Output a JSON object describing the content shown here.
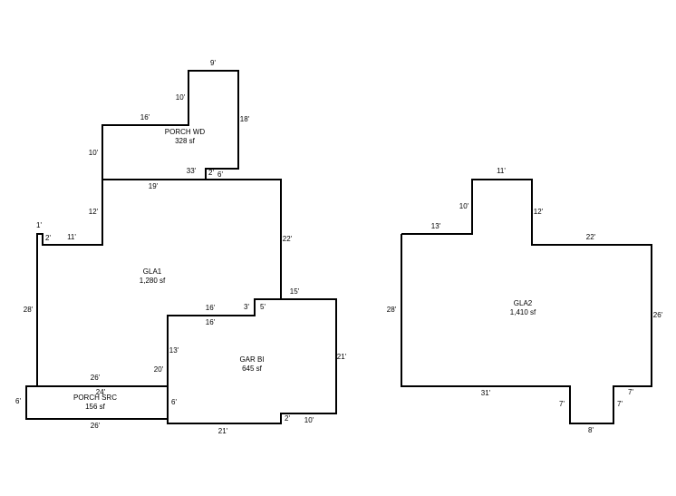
{
  "colors": {
    "line": "#000000",
    "background": "#ffffff"
  },
  "areas": {
    "porch_wd": {
      "name": "PORCH WD",
      "size": "328 sf"
    },
    "gla1": {
      "name": "GLA1",
      "size": "1,280 sf"
    },
    "gar": {
      "name": "GAR BI",
      "size": "645 sf"
    },
    "porch_src": {
      "name": "PORCH SRC",
      "size": "156 sf"
    },
    "gla2": {
      "name": "GLA2",
      "size": "1,410 sf"
    }
  },
  "dims": {
    "porch_top": "9'",
    "porch_inner_left": "10'",
    "porch_right": "18'",
    "porch_mid_top": "16'",
    "porch_left": "10'",
    "porch_bottom": "33'",
    "porch_step_a": "2'",
    "porch_step_b": "6'",
    "gla1_top": "19'",
    "gla1_left_upper": "12'",
    "gla1_notch_top": "1'",
    "gla1_notch_side": "2'",
    "gla1_ledge": "11'",
    "gla1_right": "22'",
    "gla1_left": "28'",
    "gar_top": "15'",
    "gar_step_a": "3'",
    "gar_step_b": "5'",
    "gla1_gar_top": "16'",
    "gar_top_inner": "16'",
    "gar_left_upper": "13'",
    "gla1_gar_left": "20'",
    "gar_right": "21'",
    "src_top": "26'",
    "src_inner": "24'",
    "src_left": "6'",
    "src_right": "6'",
    "src_bottom": "26'",
    "gar_notch": "2'",
    "gar_bottom_right": "10'",
    "gar_bottom": "21'",
    "gla2_top": "11'",
    "gla2_top_left": "10'",
    "gla2_top_right": "12'",
    "gla2_left_top": "13'",
    "gla2_right_top": "22'",
    "gla2_left": "28'",
    "gla2_right": "26'",
    "gla2_bottom": "31'",
    "gla2_notch_left": "7'",
    "gla2_notch_right_a": "7'",
    "gla2_notch_right_b": "7'",
    "gla2_notch_bottom": "8'"
  }
}
